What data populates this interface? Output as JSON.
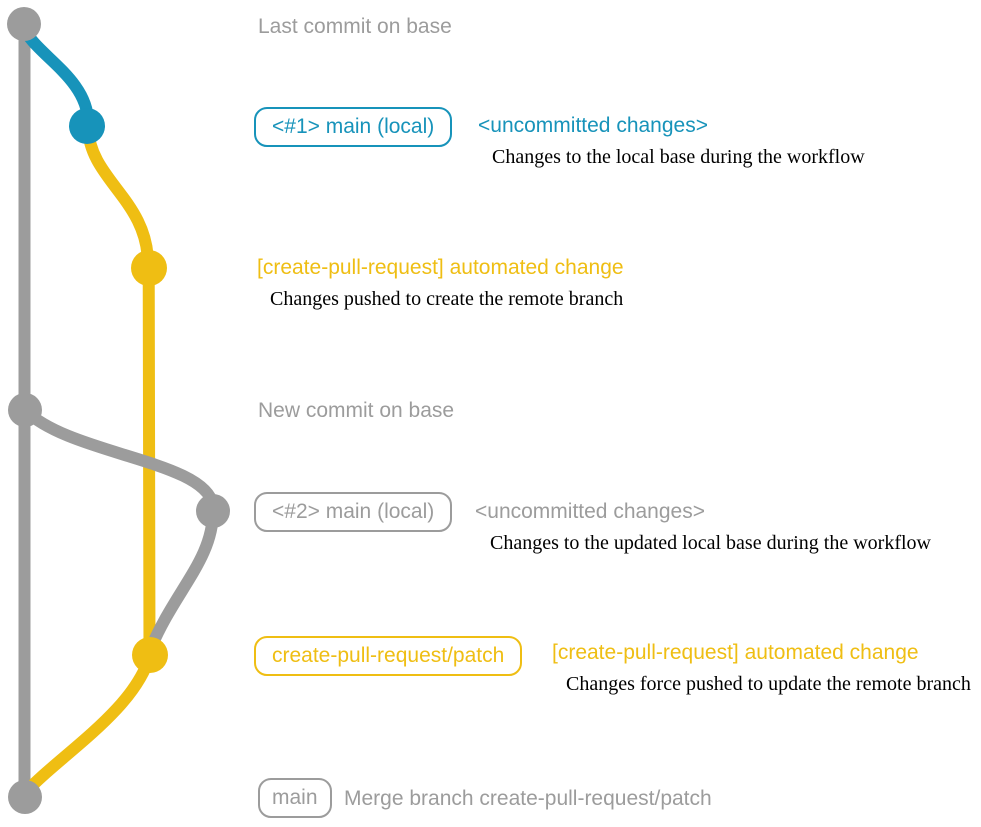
{
  "colors": {
    "gray": "#9C9C9C",
    "teal": "#1793BA",
    "yellow": "#EFBE13",
    "ink": "#000000"
  },
  "annotations": {
    "last_commit": "Last commit on base",
    "section1": {
      "badge": "<#1> main (local)",
      "status": "<uncommitted changes>",
      "note": "Changes to the local base during the workflow"
    },
    "push1": {
      "title": "[create-pull-request] automated change",
      "note": "Changes pushed to create the remote branch"
    },
    "new_commit": "New commit on base",
    "section2": {
      "badge": "<#2> main (local)",
      "status": "<uncommitted changes>",
      "note": "Changes to the updated local base during the workflow"
    },
    "push2": {
      "badge": "create-pull-request/patch",
      "title": "[create-pull-request] automated change",
      "note": "Changes force pushed to update the remote branch"
    },
    "merge": {
      "badge": "main",
      "text": "Merge branch create-pull-request/patch"
    }
  }
}
